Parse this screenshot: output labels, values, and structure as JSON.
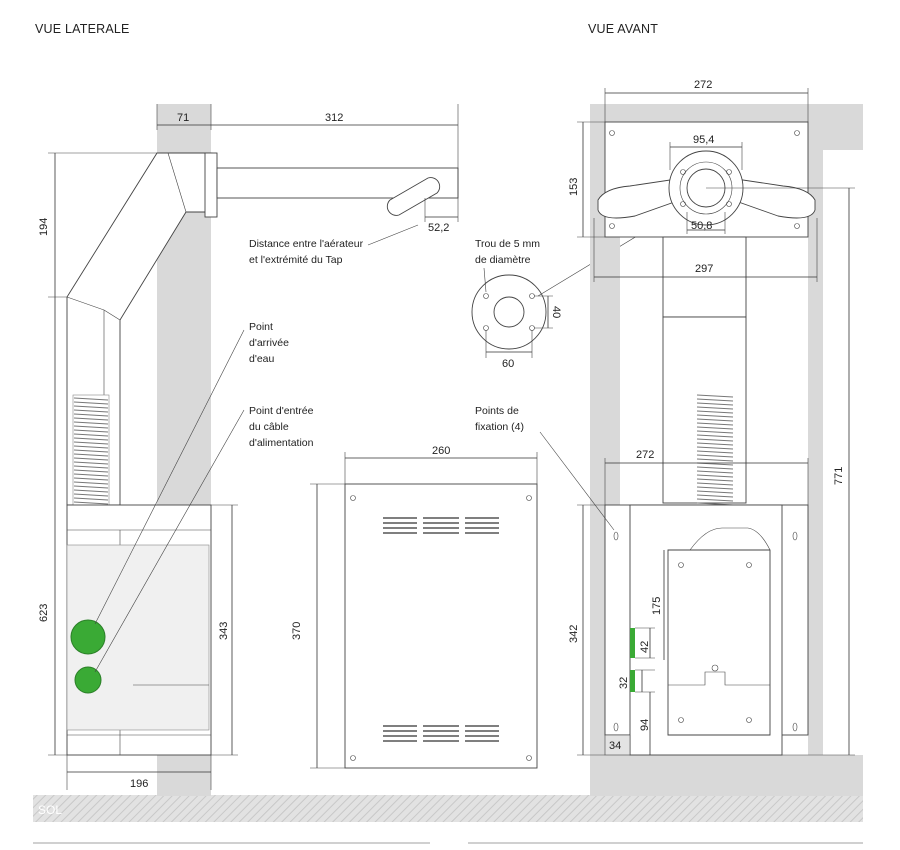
{
  "views": {
    "side_title": "VUE LATERALE",
    "front_title": "VUE AVANT"
  },
  "floor": {
    "label": "SOL"
  },
  "side_view": {
    "dims": {
      "wall_depth": "71",
      "spout_length": "312",
      "height_top": "194",
      "aerator_offset": "52,2",
      "height_total": "623",
      "cabinet_height": "343",
      "base_width": "196"
    },
    "notes": {
      "aerator_line1": "Distance entre l'aérateur",
      "aerator_line2": "et l'extrémité du Tap",
      "water_line1": "Point",
      "water_line2": "d'arrivée",
      "water_line3": "d'eau",
      "cable_line1": "Point d'entrée",
      "cable_line2": "du câble",
      "cable_line3": "d'alimentation"
    },
    "markers": {
      "water_color": "#3aaa35",
      "cable_color": "#3aaa35"
    }
  },
  "front_view": {
    "dims": {
      "plate_width": "272",
      "plate_height": "153",
      "flange_width": "95,4",
      "inner_width": "50,8",
      "arm_span": "297",
      "total_height": "771",
      "box_width": "272",
      "box_height": "342",
      "height_175": "175",
      "height_42": "42",
      "height_32": "32",
      "height_94": "94",
      "offset_34": "34"
    },
    "notes": {
      "hole_line1": "Trou de 5 mm",
      "hole_line2": "de diamètre",
      "fix_line1": "Points de",
      "fix_line2": "fixation (4)"
    },
    "detail_dims": {
      "hole_spacing_w": "60",
      "hole_spacing_h": "40"
    }
  },
  "cover_view": {
    "dims": {
      "width": "260",
      "height": "370"
    }
  }
}
